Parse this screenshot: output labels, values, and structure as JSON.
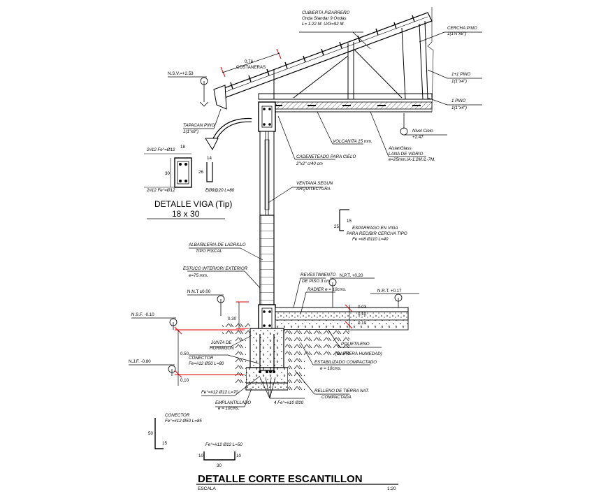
{
  "title": "DETALLE CORTE ESCANTILLON",
  "scale_label": "ESCALA",
  "scale_value": "1:20",
  "viga_detail": {
    "title": "DETALLE VIGA (Tip)",
    "size": "18 x 30",
    "top_bars": "2#12 Fe°=Ø12",
    "bottom_bars": "2#12 Fe°=Ø12",
    "stirrup": "EØ8@20 L=80",
    "dim_width": "18",
    "dim_height": "30",
    "dim_hook": "14",
    "dim_hook2": "26"
  },
  "roof": {
    "cubierta_1": "CUBIERTA PIZARREÑO",
    "cubierta_2": "Onda Standar 9 Ondas",
    "cubierta_3": "L= 1.22 M. U/G=92 M.",
    "cercha_1": "CERCHA PINO",
    "cercha_2": "1(1¼\"x6\")",
    "costaneras_dim": "0.76",
    "costaneras": "COSTANERAS",
    "pino_a_1": "1+1  PINO",
    "pino_a_2": "1(1\"x4\")",
    "pino_b_1": "1  PINO",
    "pino_b_2": "1(1\"x4\")",
    "nivel_cielo": "Nivel Cielo",
    "nivel_cielo_val": "+2.47",
    "tapacan_1": "TAPACAN PINO",
    "tapacan_2": "1(1\"x8\")",
    "volcanita": "VOLCANITA 15 mm.",
    "aislan_1": "AislanGlass",
    "aislan_2": "LANA DE VIDRIO",
    "aislan_3": "e=25mm./A-1.2M./L-7M.",
    "cadeneteado_1": "CADENETEADO PARA CIELO",
    "cadeneteado_2": "2\"x2\" c/40 cm"
  },
  "levels": {
    "nsv": "N.S.V.=+2.53",
    "nnt": "N.N.T ±0.00",
    "nsf": "N.S.F. -0.10",
    "njf": "N.J.F. -0.80",
    "npt": "N.P.T. +0.20",
    "nrt": "N.R.T. +0.17"
  },
  "wall": {
    "ventana_1": "VENTANA SEGUN",
    "ventana_2": "ARQUITECTURA",
    "albanileria_1": "ALBAÑILERIA DE LADRILLO",
    "albanileria_2": "TIPO FISCAL",
    "estuco_1": "ESTUCO INTERIOR/ EXTERIOR",
    "estuco_2": "e=75 mm.",
    "esparrago_1": "ESPARRAGO EN VIGA",
    "esparrago_2": "PARA RECIBIR CERCHA TIPO",
    "esparrago_3": "Fe =#8 Ø110 L=40",
    "esparrago_dim_a": "15",
    "esparrago_dim_b": "25"
  },
  "foundation": {
    "revestimiento_1": "REVESTIMIENTO",
    "revestimiento_2": "DE PISO 3 cm.",
    "radier": "RADIER e = 10cms.",
    "polietileno_1": "POLIETILENO",
    "polietileno_2": "(BARRERA HUMEDAD)",
    "estabilizado_1": "ESTABILIZADO COMPACTADO",
    "estabilizado_2": "e = 10cms.",
    "relleno_1": "RELLENO DE TIERRA NAT.",
    "relleno_2": "COMPACTADA",
    "junta_1": "JUNTA DE",
    "junta_2": "HORMIGON",
    "conector_1": "CONECTOR",
    "conector_2": "Fe=#12 Ø50 L=80",
    "fe_bars": "Fe°=#12 Ø12 L=70",
    "emplantillado_1": "EMPLANTILLADO",
    "emplantillado_2": "e = 10cms.",
    "four_bars": "4 Fe°=#10 Ø20",
    "dim_003": "0.03",
    "dim_010a": "0.10",
    "dim_010b": "0.10",
    "dim_030": "0.30",
    "dim_050": "0.50",
    "dim_010c": "0.10"
  },
  "conector_detail": {
    "label_1": "CONECTOR",
    "label_2": "Fe°=#12 Ø50 L=85",
    "dim_50": "50",
    "dim_15": "15"
  },
  "hook_detail": {
    "label": "Fe°=#12 Ø12 L=50",
    "dim_10a": "10",
    "dim_10b": "10",
    "dim_30": "30"
  }
}
